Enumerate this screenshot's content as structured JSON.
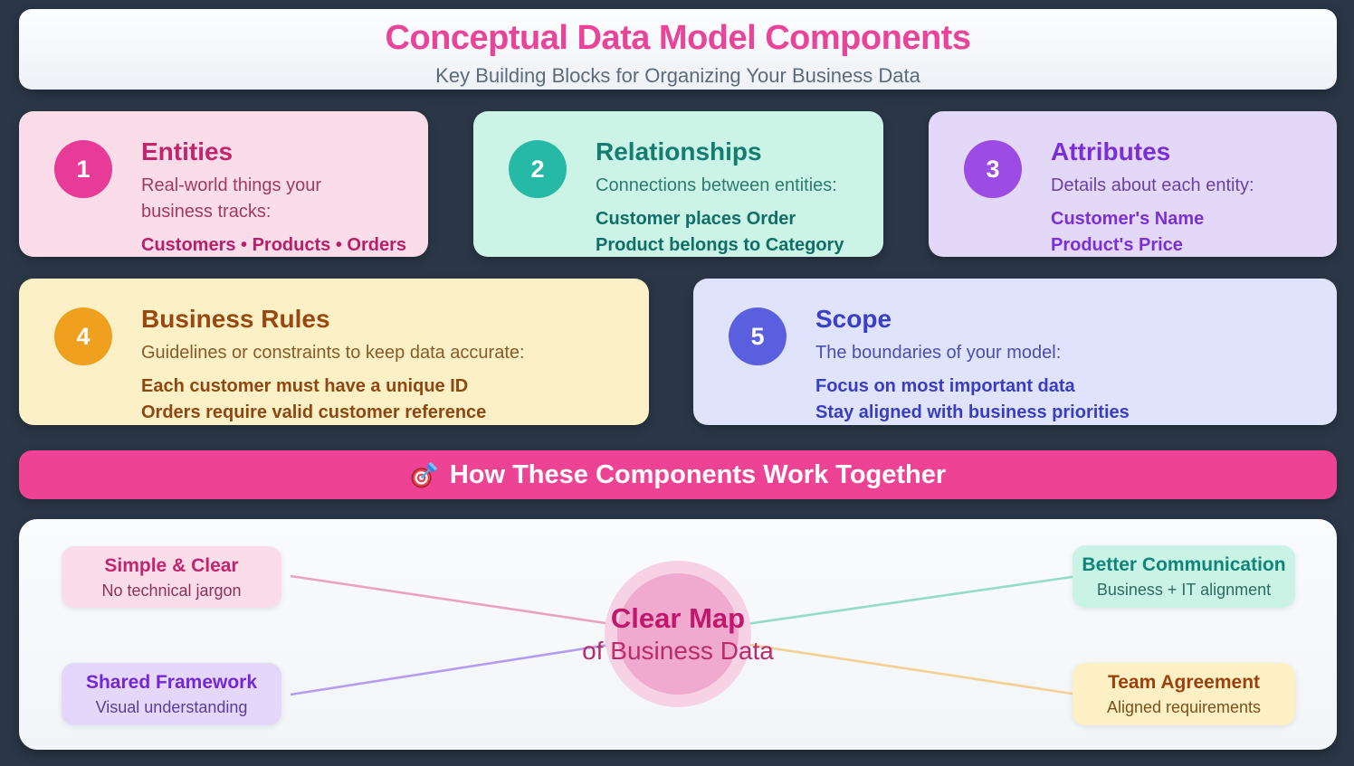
{
  "page": {
    "background": "#2b3747"
  },
  "header": {
    "title": "Conceptual Data Model Components",
    "subtitle": "Key Building Blocks for Organizing Your Business Data",
    "title_color": "#e8459a"
  },
  "cards": [
    {
      "number": "1",
      "title": "Entities",
      "description_lines": [
        "Real-world things your",
        "business tracks:"
      ],
      "examples": [
        "Customers • Products • Orders"
      ],
      "colors": {
        "bg": "#fbdce9",
        "circle": "#e73b97",
        "title": "#c2246d",
        "text": "#a23a60",
        "strong": "#b81f68"
      }
    },
    {
      "number": "2",
      "title": "Relationships",
      "description_lines": [
        "Connections between entities:"
      ],
      "examples": [
        "Customer places Order",
        "Product belongs to Category"
      ],
      "colors": {
        "bg": "#ccf4e6",
        "circle": "#26b9a6",
        "title": "#147d72",
        "text": "#2c7b6e",
        "strong": "#0f6f66"
      }
    },
    {
      "number": "3",
      "title": "Attributes",
      "description_lines": [
        "Details about each entity:"
      ],
      "examples": [
        "Customer's Name",
        "Product's Price"
      ],
      "colors": {
        "bg": "#e3d8f8",
        "circle": "#9c4ce4",
        "title": "#7a2ed8",
        "text": "#6a41a4",
        "strong": "#7b2fd6"
      }
    },
    {
      "number": "4",
      "title": "Business Rules",
      "description_lines": [
        "Guidelines or constraints to keep data accurate:"
      ],
      "examples": [
        "Each customer must have a unique ID",
        "Orders require valid customer reference"
      ],
      "colors": {
        "bg": "#fbf0c6",
        "circle": "#efa01e",
        "title": "#99490f",
        "text": "#8a5a28",
        "strong": "#8f4712"
      }
    },
    {
      "number": "5",
      "title": "Scope",
      "description_lines": [
        "The boundaries of your model:"
      ],
      "examples": [
        "Focus on most important data",
        "Stay aligned with business priorities"
      ],
      "colors": {
        "bg": "#dfe3fb",
        "circle": "#5a5fe0",
        "title": "#3b3ec6",
        "text": "#4a4db2",
        "strong": "#3a3dc4"
      }
    }
  ],
  "banner": {
    "icon": "target-emoji",
    "label": "How These Components Work Together",
    "background": "#ee4295",
    "text_color": "#ffffff"
  },
  "together": {
    "center": {
      "title": "Clear Map",
      "subtitle": "of Business Data",
      "outer_color": "#f7d1e4",
      "inner_color": "#f0aacf",
      "title_color": "#c2186b",
      "subtitle_color": "#bc2a6b"
    },
    "satellites": [
      {
        "title": "Simple & Clear",
        "subtitle": "No technical jargon",
        "bg": "#fbdce9",
        "title_color": "#c2246d",
        "subtitle_color": "#8e3058",
        "line_color": "#e9a2bf"
      },
      {
        "title": "Better Communication",
        "subtitle": "Business + IT alignment",
        "bg": "#c9f3e5",
        "title_color": "#0f857a",
        "subtitle_color": "#2f6b61",
        "line_color": "#93dcc8"
      },
      {
        "title": "Shared Framework",
        "subtitle": "Visual understanding",
        "bg": "#e4d7f9",
        "title_color": "#7527d6",
        "subtitle_color": "#5c3d99",
        "line_color": "#b49df0"
      },
      {
        "title": "Team Agreement",
        "subtitle": "Aligned requirements",
        "bg": "#fdf0c4",
        "title_color": "#9c400e",
        "subtitle_color": "#7d4e1f",
        "line_color": "#f3d194"
      }
    ]
  }
}
